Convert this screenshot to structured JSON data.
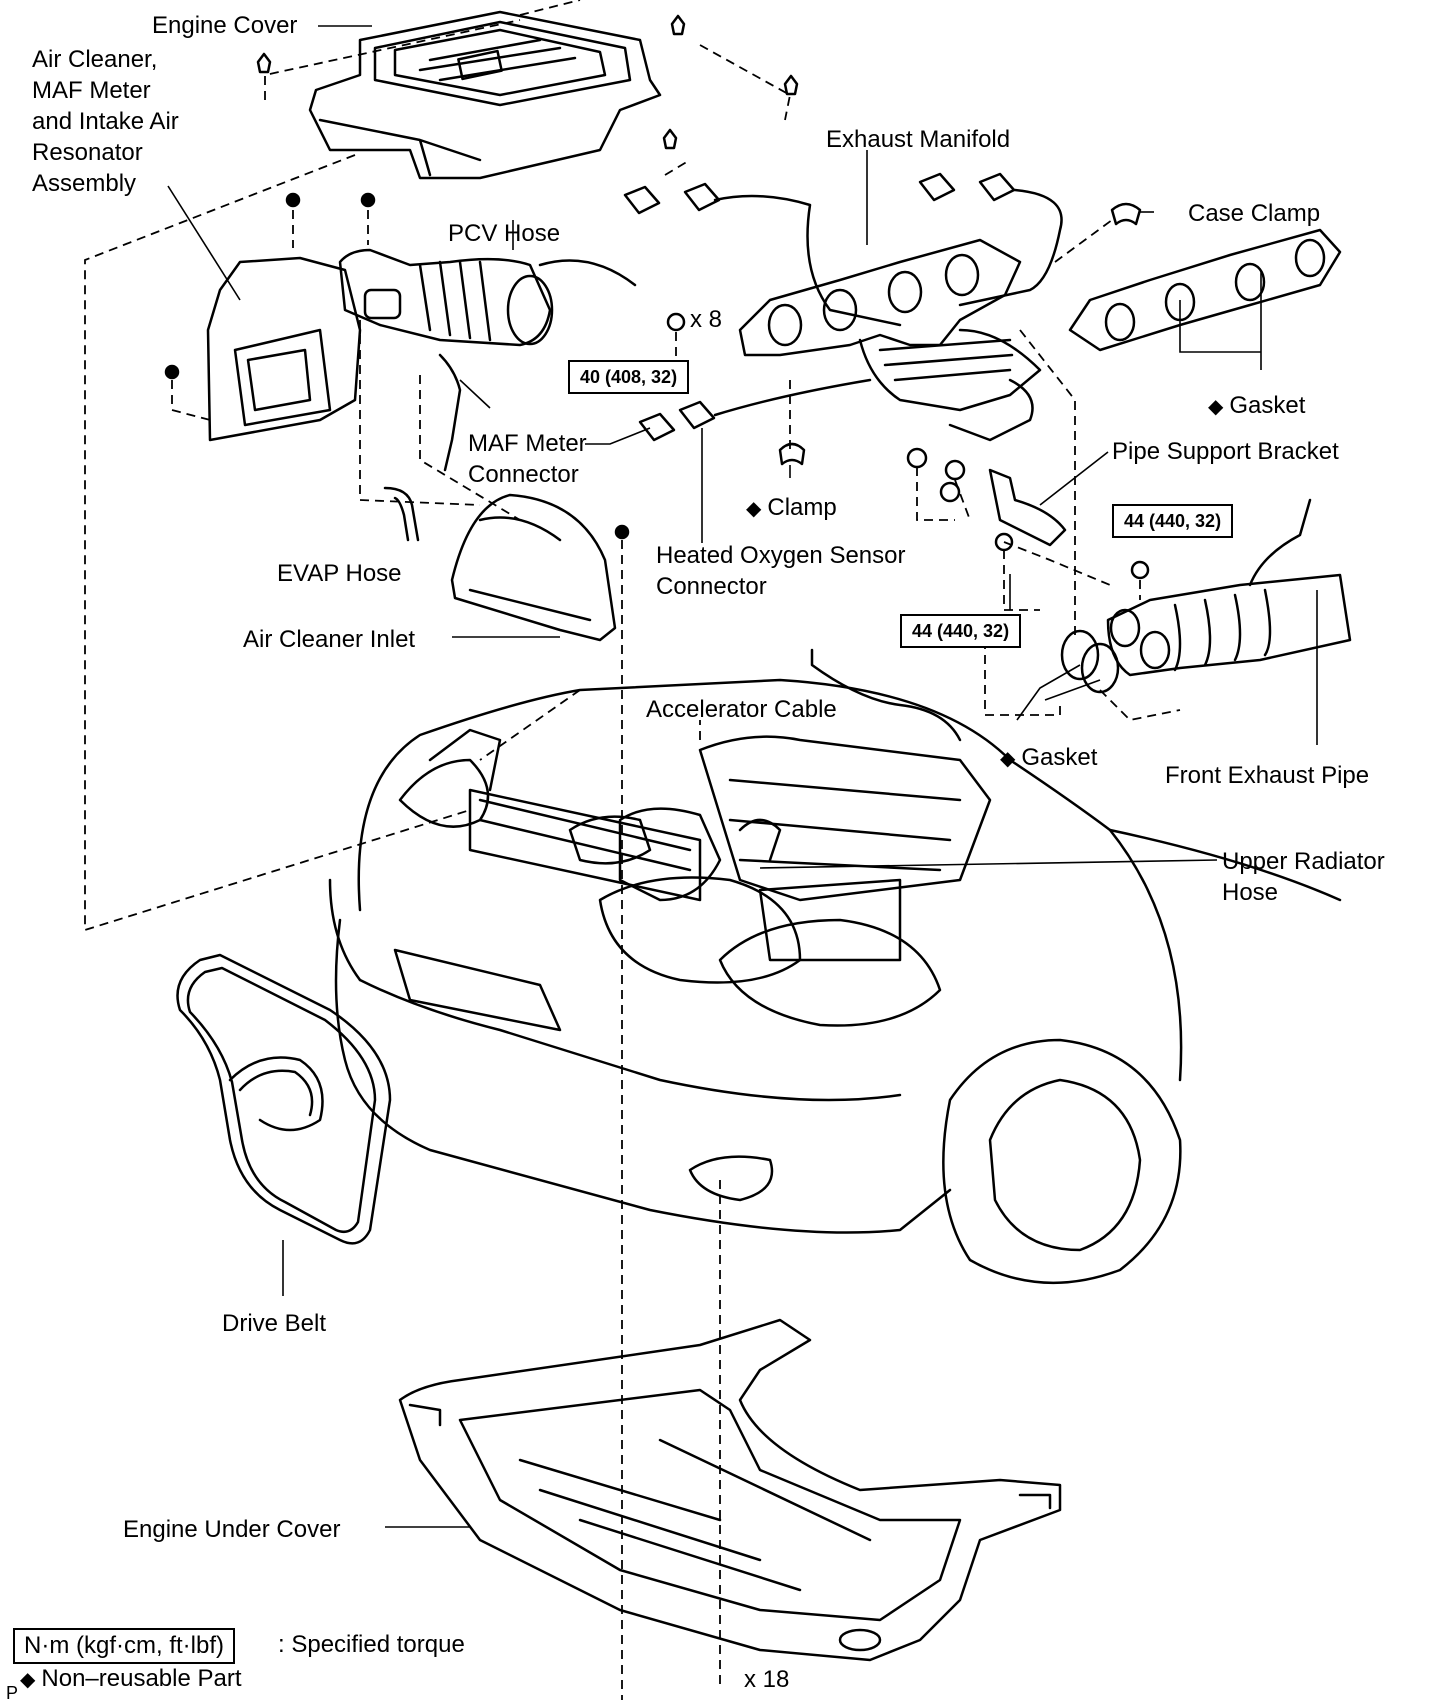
{
  "labels": {
    "engine_cover": "Engine Cover",
    "air_cleaner": "Air Cleaner,\nMAF Meter\nand Intake Air\nResonator\nAssembly",
    "exhaust_manifold": "Exhaust Manifold",
    "case_clamp": "Case Clamp",
    "pcv_hose": "PCV Hose",
    "gasket_upper": "Gasket",
    "pipe_support_bracket": "Pipe Support Bracket",
    "maf_meter_connector": "MAF Meter\nConnector",
    "clamp": "Clamp",
    "heated_oxygen_sensor": "Heated Oxygen Sensor\nConnector",
    "evap_hose": "EVAP Hose",
    "air_cleaner_inlet": "Air Cleaner Inlet",
    "accelerator_cable": "Accelerator Cable",
    "gasket_lower": "Gasket",
    "front_exhaust_pipe": "Front Exhaust Pipe",
    "upper_radiator_hose": "Upper Radiator\nHose",
    "drive_belt": "Drive Belt",
    "engine_under_cover": "Engine Under Cover"
  },
  "symbols": {
    "non_reusable_marker": "◆"
  },
  "torques": {
    "manifold_nuts": "40 (408, 32)",
    "bracket_upper": "44 (440, 32)",
    "bracket_lower": "44 (440, 32)"
  },
  "quantities": {
    "manifold_nuts": "x 8",
    "under_cover_bolts": "x 18"
  },
  "legend": {
    "torque_unit": "N·m (kgf·cm, ft·lbf)",
    "torque_desc": ": Specified torque",
    "non_reusable": "Non–reusable Part"
  },
  "corner_mark": "P"
}
